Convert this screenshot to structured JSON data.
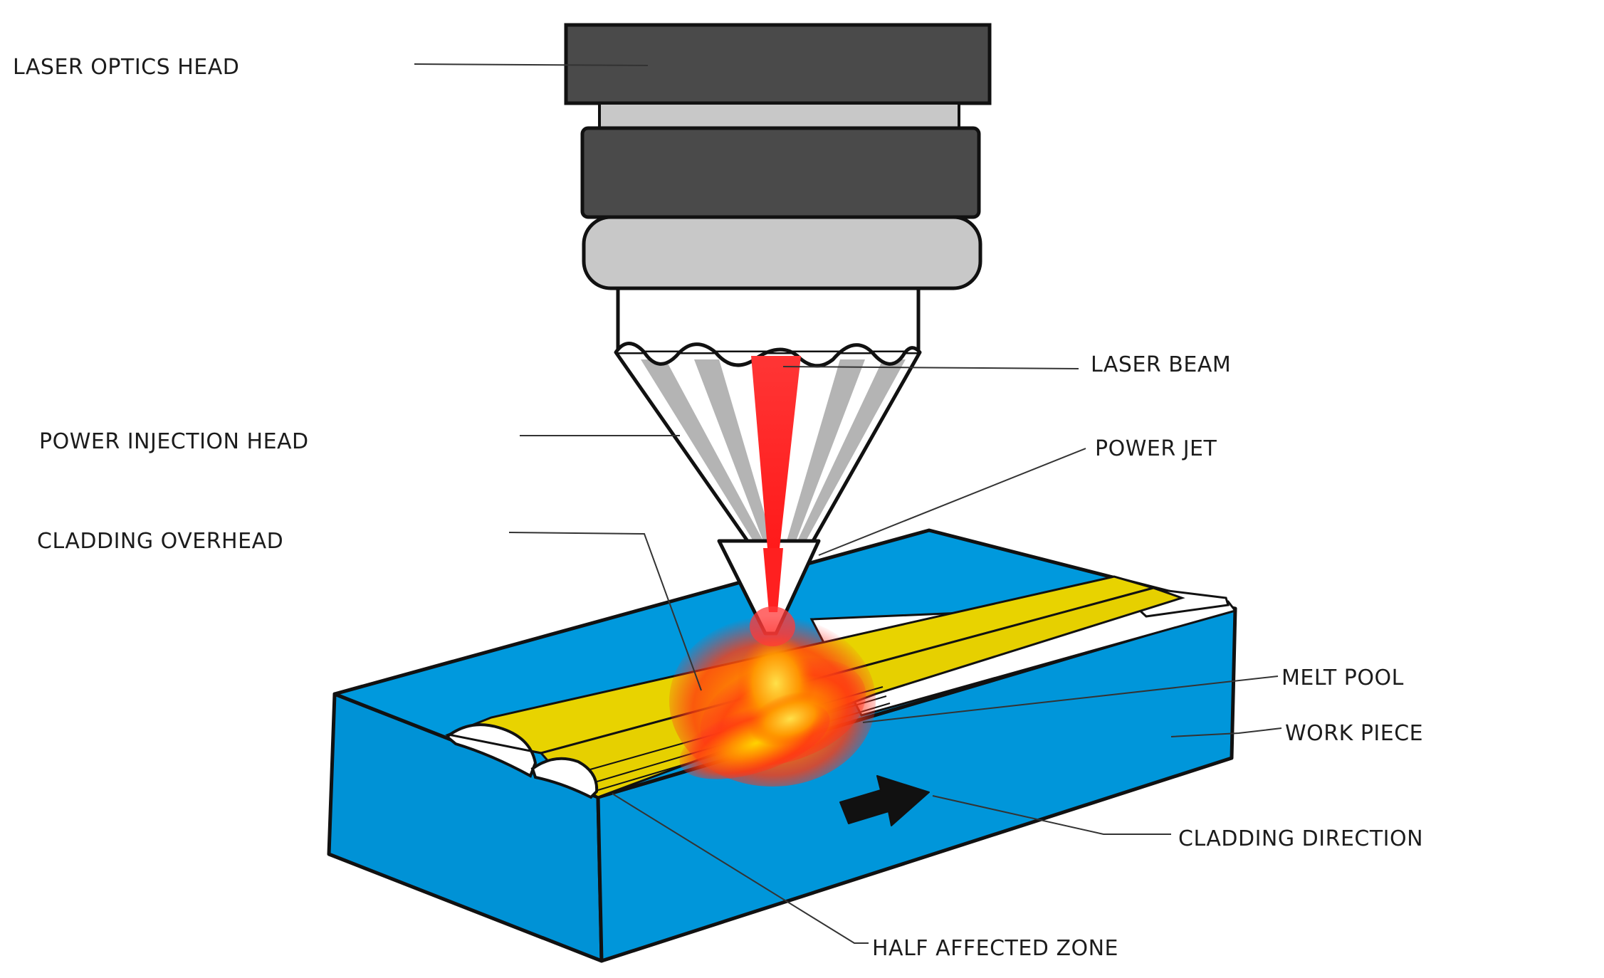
{
  "labels": {
    "laser_optics_head": "LASER OPTICS HEAD",
    "laser_beam": "LASER BEAM",
    "power_injection_head": "POWER INJECTION HEAD",
    "power_jet": "POWER JET",
    "cladding_overhead": "CLADDING OVERHEAD",
    "melt_pool": "MELT POOL",
    "work_piece": "WORK PIECE",
    "cladding_direction": "CLADDING DIRECTION",
    "half_affected_zone": "HALF AFFECTED ZONE"
  },
  "colors": {
    "optics_dark": "#4a4a4a",
    "optics_light": "#c8c8c8",
    "nozzle_body": "#ffffff",
    "powder_stripe": "#b4b4b4",
    "laser_red": "#ff2a2a",
    "workpiece_blue": "#0094d9",
    "clad_yellow": "#e8d300",
    "melt_orange": "#ff7a00",
    "arrow_black": "#111111"
  }
}
